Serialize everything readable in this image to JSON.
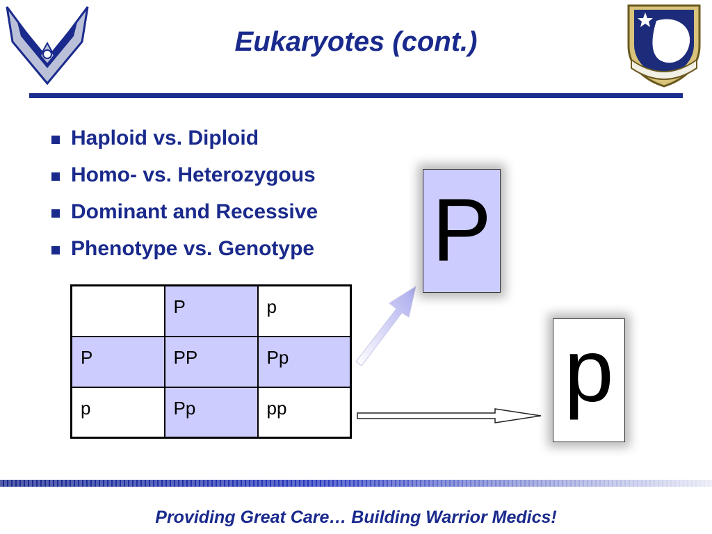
{
  "slide": {
    "title": "Eukaryotes (cont.)",
    "bullets": [
      "Haploid vs. Diploid",
      "Homo- vs. Heterozygous",
      "Dominant and Recessive",
      "Phenotype vs. Genotype"
    ],
    "punnett_square": {
      "header": [
        "",
        "P",
        "p"
      ],
      "rows": [
        [
          "P",
          "PP",
          "Pp"
        ],
        [
          "p",
          "Pp",
          "pp"
        ]
      ]
    },
    "gametes": {
      "dominant": "P",
      "recessive": "p"
    },
    "footer": "Providing Great Care… Building Warrior Medics!"
  },
  "logos": {
    "left": "air-force-emblem",
    "right": "59th-medical-wing-crest"
  },
  "colors": {
    "title": "#1a2a8c",
    "highlight": "#ccccff",
    "rule": "#1d2c8f"
  }
}
